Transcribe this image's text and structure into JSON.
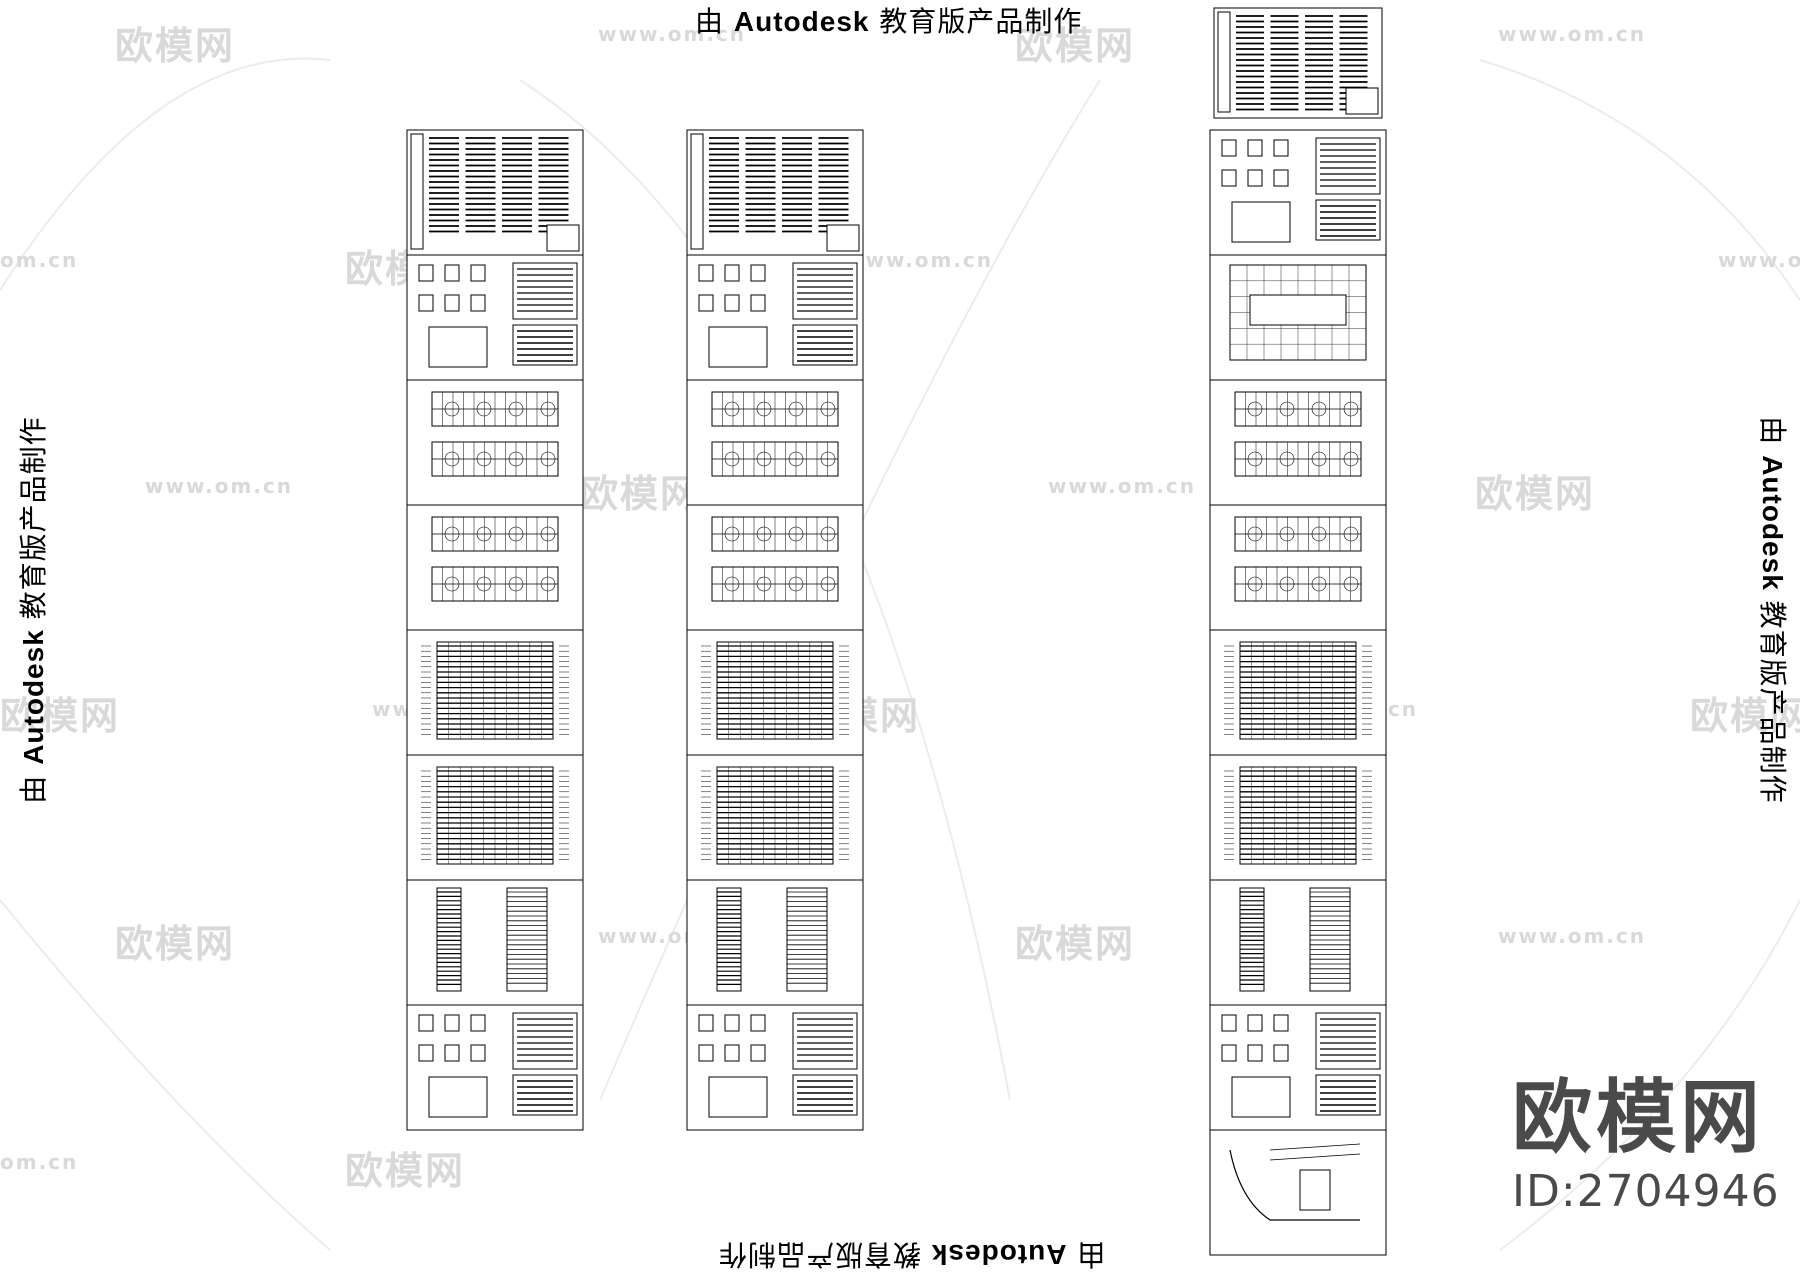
{
  "stamps": {
    "top": {
      "prefix": "由 ",
      "brand": "Autodesk",
      "suffix": " 教育版产品制作"
    },
    "bottom": {
      "prefix": "由 ",
      "brand": "Autodesk",
      "suffix": " 教育版产品制作"
    },
    "left": {
      "prefix": "由 ",
      "brand": "Autodesk",
      "suffix": " 教育版产品制作"
    },
    "right": {
      "prefix": "由 ",
      "brand": "Autodesk",
      "suffix": " 教育版产品制作"
    }
  },
  "watermark": {
    "logo": "欧模网",
    "url": "www.om.cn",
    "url_short": "om.cn"
  },
  "brand": {
    "logo": "欧模网",
    "id": "ID:2704946"
  },
  "columns": [
    {
      "name": "column-1",
      "sheets": [
        "notes",
        "details",
        "plan",
        "plan",
        "elevation",
        "elevation",
        "section",
        "details"
      ]
    },
    {
      "name": "column-2",
      "sheets": [
        "notes",
        "details",
        "plan",
        "plan",
        "elevation",
        "elevation",
        "section",
        "details"
      ]
    },
    {
      "name": "column-3",
      "sheets": [
        "notes-small",
        "details",
        "site-plan",
        "plan",
        "plan",
        "elevation",
        "elevation",
        "section",
        "details",
        "stair-detail"
      ]
    }
  ]
}
